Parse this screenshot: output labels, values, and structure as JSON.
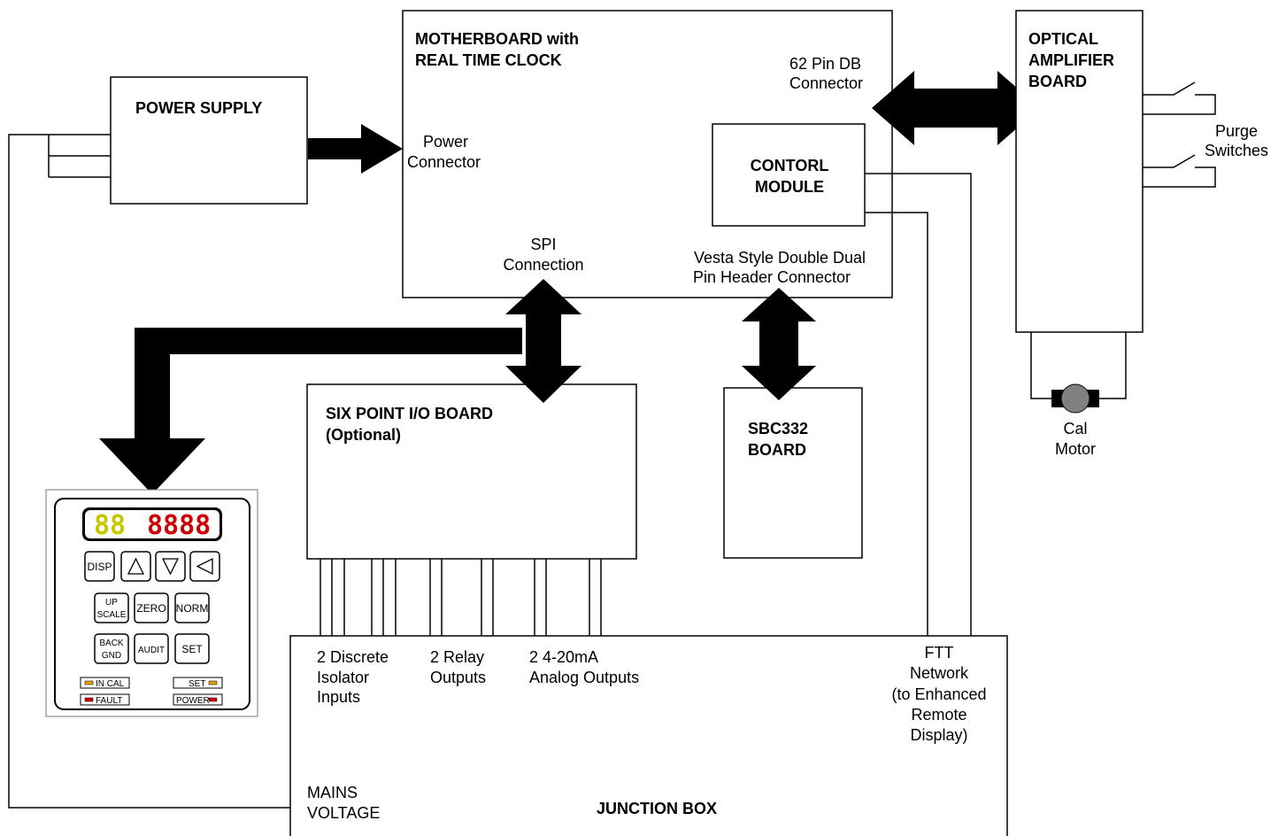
{
  "motherboard": {
    "title_line1": "MOTHERBOARD with",
    "title_line2": "REAL TIME CLOCK",
    "db_connector_line1": "62 Pin DB",
    "db_connector_line2": "Connector",
    "power_connector_line1": "Power",
    "power_connector_line2": "Connector",
    "spi_line1": "SPI",
    "spi_line2": "Connection",
    "vesta_line1": "Vesta Style Double Dual",
    "vesta_line2": "Pin Header Connector"
  },
  "control_module": {
    "line1": "CONTORL",
    "line2": "MODULE"
  },
  "power_supply": {
    "title": "POWER SUPPLY"
  },
  "optical_board": {
    "line1": "OPTICAL",
    "line2": "AMPLIFIER",
    "line3": "BOARD"
  },
  "purge": {
    "line1": "Purge",
    "line2": "Switches"
  },
  "cal_motor": {
    "line1": "Cal",
    "line2": "Motor"
  },
  "io_board": {
    "line1": "SIX POINT I/O BOARD",
    "line2": "(Optional)"
  },
  "sbc_board": {
    "line1": "SBC332",
    "line2": "BOARD"
  },
  "junction_box": {
    "title": "JUNCTION BOX",
    "discrete": [
      "2 Discrete",
      "Isolator",
      "Inputs"
    ],
    "relay": [
      "2 Relay",
      "Outputs"
    ],
    "analog": [
      "2  4-20mA",
      "Analog Outputs"
    ],
    "ftt": [
      "FTT",
      "Network",
      "(to Enhanced",
      "Remote",
      "Display)"
    ],
    "mains": [
      "MAINS",
      "VOLTAGE"
    ]
  },
  "keypad": {
    "display_left": "88",
    "display_right": "8888",
    "display_left_color": "#c8c800",
    "display_right_color": "#cc0000",
    "keys": {
      "disp": "DISP",
      "up_scale_1": "UP",
      "up_scale_2": "SCALE",
      "zero": "ZERO",
      "norm": "NORM",
      "back_1": "BACK",
      "back_2": "GND",
      "audit": "AUDIT",
      "set": "SET"
    },
    "indicators": {
      "in_cal": "IN CAL",
      "set": "SET",
      "fault": "FAULT",
      "power": "POWER"
    },
    "orange_led": "#e8a000",
    "red_led": "#cc0000"
  }
}
